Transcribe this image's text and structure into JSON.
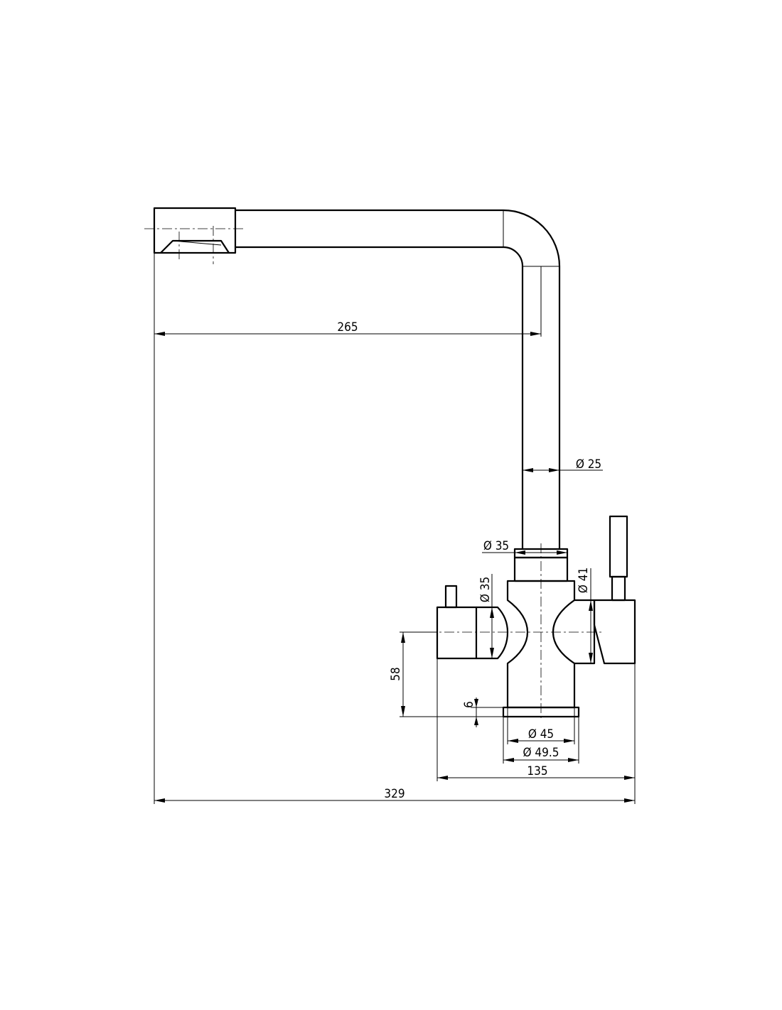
{
  "dimensions": {
    "spout_reach": "265",
    "spout_diameter": "Ø 25",
    "neck_diameter": "Ø 35",
    "left_handle_diameter": "Ø 35",
    "right_handle_diameter": "Ø 41",
    "handle_height": "58",
    "base_ring_height": "6",
    "body_diameter": "Ø 45",
    "base_diameter": "Ø 49.5",
    "body_width": "135",
    "overall_width": "329"
  }
}
